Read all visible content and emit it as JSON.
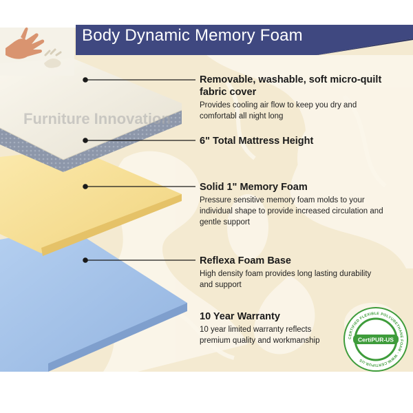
{
  "banner": {
    "title": "Body Dynamic Memory Foam"
  },
  "watermark": "Furniture Innovation",
  "features": [
    {
      "title": "Removable, washable, soft micro-quilt fabric cover",
      "description": "Provides cooling air flow to keep you dry and comfortabl all night long"
    },
    {
      "title": "6\" Total Mattress Height",
      "description": ""
    },
    {
      "title": "Solid 1\" Memory Foam",
      "description": "Pressure sensitive memory foam molds to your individual shape to provide increased circulation and gentle support"
    },
    {
      "title": "Reflexa Foam Base",
      "description": "High density foam provides long lasting durability and support"
    },
    {
      "title": "10 Year Warranty",
      "description": "10 year limited warranty reflects premium quality and workmanship"
    }
  ],
  "seal": {
    "brand": "CertiPUR-US",
    "ring_text": "CERTIFIED FLEXIBLE POLYURETHANE FOAM · WWW.CERTIPUR.US"
  },
  "colors": {
    "banner": "#3f4880",
    "cover": "#f3efe2",
    "memory_foam": "#f7e19a",
    "base_foam": "#a9c6eb",
    "background": "#f4ead1",
    "seal_green": "#3e9c3b"
  }
}
